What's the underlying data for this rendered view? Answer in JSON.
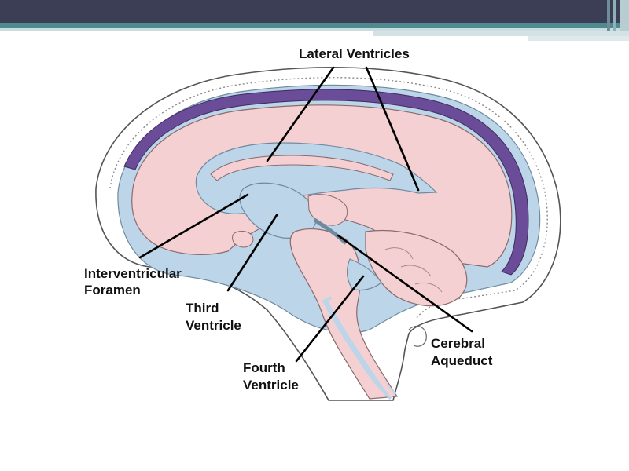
{
  "labels": {
    "lateral_ventricles": "Lateral Ventricles",
    "interventricular_line1": "Interventricular",
    "interventricular_line2": "Foramen",
    "third_line1": "Third",
    "third_line2": "Ventricle",
    "fourth_line1": "Fourth",
    "fourth_line2": "Ventricle",
    "cerebral_line1": "Cerebral",
    "cerebral_line2": "Aqueduct"
  },
  "colors": {
    "header_bar": "#3c3e56",
    "header_teal": "#4e8a8e",
    "brain_tissue": "#f5d0d2",
    "csf_fluid": "#bcd5e8",
    "sinus": "#6a4c98",
    "leader_lines": "#000000"
  }
}
